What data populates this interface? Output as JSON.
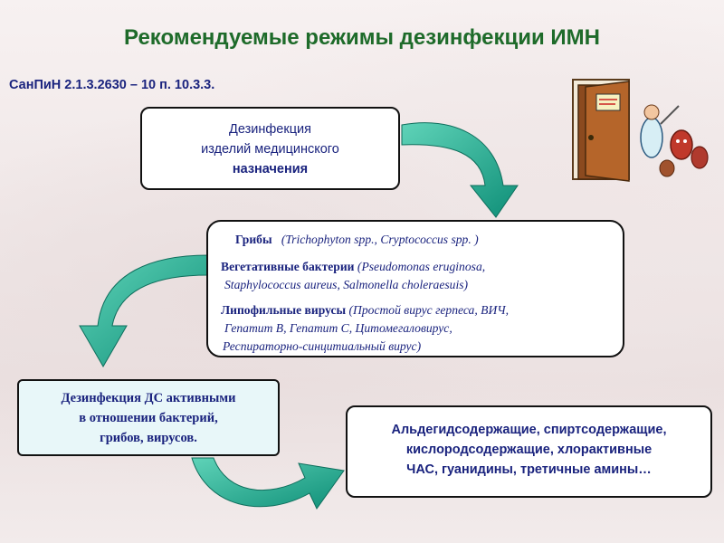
{
  "title": "Рекомендуемые режимы дезинфекции ИМН",
  "sanpin": "СанПиН  2.1.3.2630 – 10  п. 10.3.3.",
  "box1": {
    "line1": "Дезинфекция",
    "line2": "изделий медицинского",
    "line3": "назначения"
  },
  "box2": {
    "fungi_label": "Грибы",
    "fungi_species": "(Trichophyton spp., Cryptococcus spp. )",
    "bact_label": "Вегетативные бактерии",
    "bact_species_1": "(Pseudomonas eruginosa,",
    "bact_species_2": "Staphylococcus aureus, Salmonella choleraesuis)",
    "virus_label": "Липофильные вирусы",
    "virus_species_1": "(Простой вирус герпеса, ВИЧ,",
    "virus_species_2": "Гепатит В, Гепатит С, Цитомегаловирус,",
    "virus_species_3": "Респираторно-синцитиальный вирус)"
  },
  "box3": {
    "line1": "Дезинфекция ДС активными",
    "line2": "в отношении бактерий,",
    "line3": "грибов, вирусов."
  },
  "box4": {
    "line1": "Альдегидсодержащие, спиртсодержащие,",
    "line2": "кислородсодержащие, хлорактивные",
    "line3": "ЧАС, гуанидины, третичные амины…"
  },
  "colors": {
    "title": "#1e6b2a",
    "text": "#1a237e",
    "arrow": "#1fa58c",
    "arrow_dark": "#0e6e5c",
    "box3_fill": "#e8f7f9"
  },
  "decor": {
    "illustration": "door-cartoon-icon"
  }
}
